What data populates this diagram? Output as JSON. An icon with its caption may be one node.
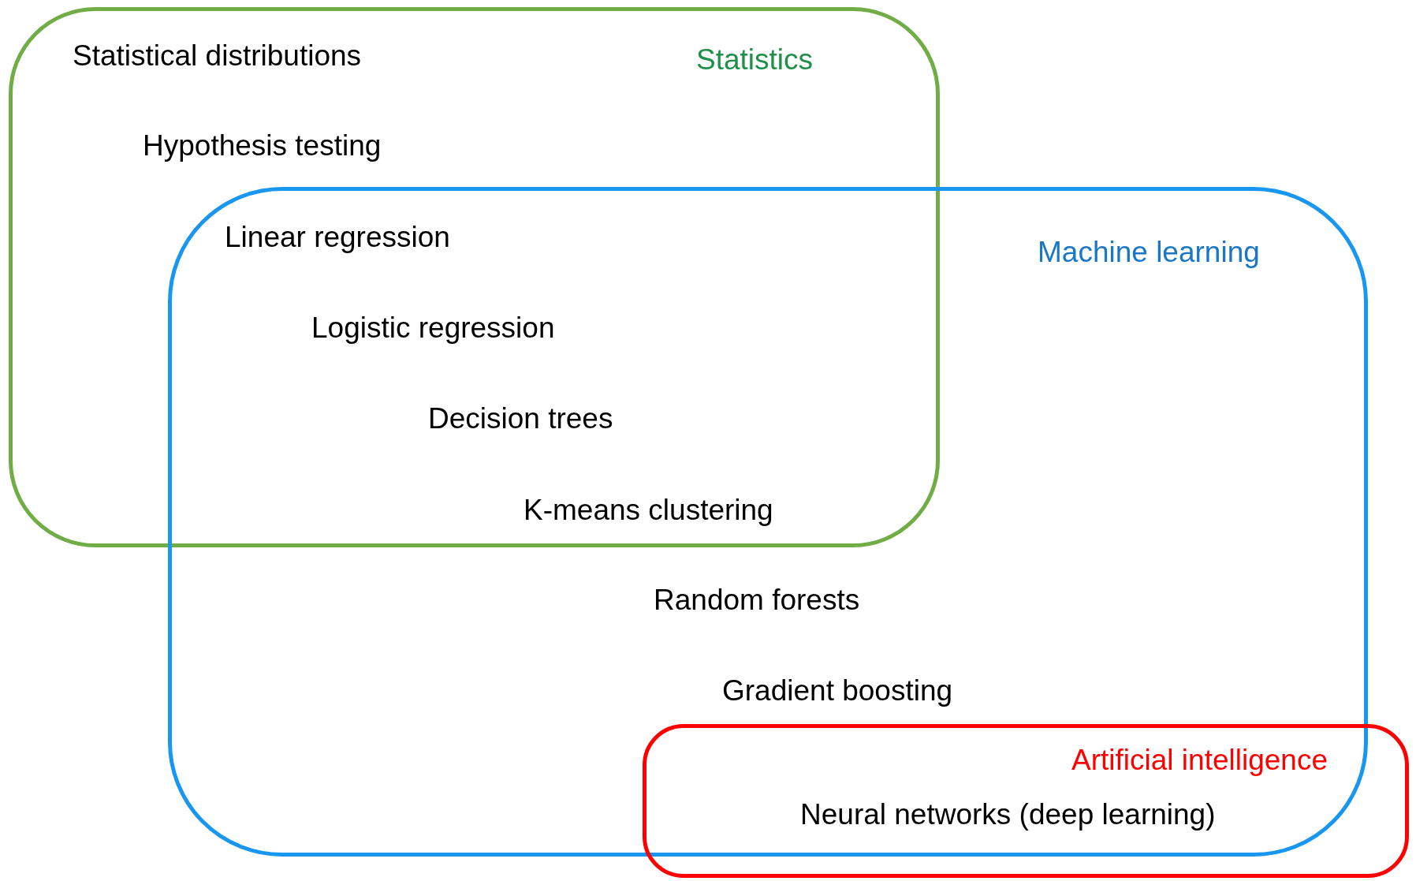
{
  "diagram": {
    "nodes": [
      {
        "text": [
          "Statistics"
        ]
      },
      {
        "text": [
          "Machine learning"
        ]
      },
      {
        "text": [
          "Artificial intelligence"
        ]
      }
    ],
    "labels": [
      "Statistical distributions",
      "Hypothesis testing",
      "Linear regression",
      "Logistic regression",
      "Decision trees",
      "K-means clustering",
      "Random forests",
      "Gradient boosting",
      "Neural networks (deep learning)"
    ]
  }
}
